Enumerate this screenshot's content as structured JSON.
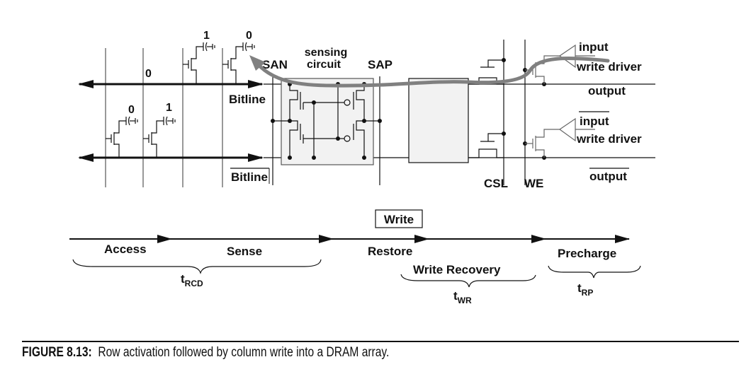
{
  "figure": {
    "caption_number": "FIGURE 8.13:",
    "caption_text": "Row activation followed by column write into a DRAM array."
  },
  "circuit": {
    "bitline_label": "Bitline",
    "bitline_bar_label": "Bitline",
    "cells_top": [
      {
        "value": "0",
        "position": "wordline-2"
      },
      {
        "value": "1",
        "position": "wordline-3"
      },
      {
        "value": "0",
        "position": "wordline-4"
      }
    ],
    "cells_bottom": [
      {
        "value": "0",
        "position": "wordline-1"
      },
      {
        "value": "1",
        "position": "wordline-2"
      }
    ],
    "san_label": "SAN",
    "sensing_label_line1": "sensing",
    "sensing_label_line2": "circuit",
    "sap_label": "SAP",
    "csl_label": "CSL",
    "we_label": "WE",
    "input_label": "input",
    "write_driver_label": "write driver",
    "output_label": "output",
    "input_bar_label": "input",
    "write_driver2_label": "write driver",
    "output_bar_label": "output",
    "colors": {
      "ink": "#111111",
      "path_arrow": "#808080",
      "box_fill": "#f2f2f2"
    }
  },
  "timeline": {
    "write_box_label": "Write",
    "phases": [
      "Access",
      "Sense",
      "Restore",
      "Write Recovery",
      "Precharge"
    ],
    "timings": [
      {
        "base": "t",
        "sub": "RCD"
      },
      {
        "base": "t",
        "sub": "WR"
      },
      {
        "base": "t",
        "sub": "RP"
      }
    ]
  }
}
